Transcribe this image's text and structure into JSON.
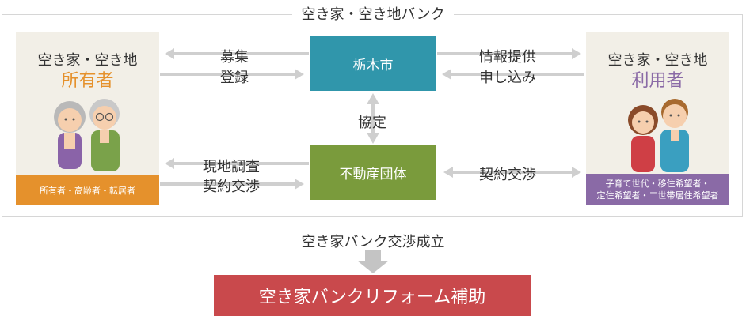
{
  "frame_title": "空き家・空き地バンク",
  "owner_card": {
    "line1": "空き家・空き地",
    "line2": "所有者",
    "band": [
      "所有者・高齢者・転居者"
    ]
  },
  "user_card": {
    "line1": "空き家・空き地",
    "line2": "利用者",
    "band": [
      "子育て世代・移住希望者・",
      "定住希望者・二世帯居住希望者"
    ]
  },
  "city_box": "栃木市",
  "realty_box": "不動産団体",
  "labels": {
    "bosyu": "募集",
    "touroku": "登録",
    "jouhou": "情報提供",
    "moushikomi": "申し込み",
    "kyoutei": "協定",
    "genchi": "現地調査",
    "keiyaku_left": "契約交渉",
    "keiyaku_right": "契約交渉"
  },
  "flow_text": "空き家バンク交渉成立",
  "result_box": "空き家バンクリフォーム補助",
  "colors": {
    "owner": "#e5912c",
    "user": "#8a6aa6",
    "city": "#3096ab",
    "realty": "#7a9b3c",
    "result": "#c9494c",
    "arrow": "#cfcfcf"
  }
}
